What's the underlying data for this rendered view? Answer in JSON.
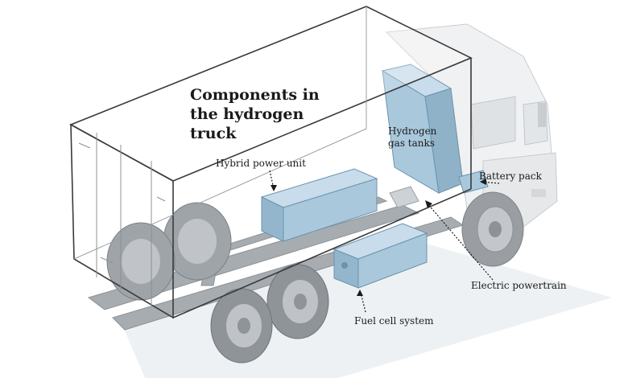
{
  "title": "Components in the hydrogen truck",
  "labels": {
    "hydrogen_gas_tanks": "Hydrogen gas tanks",
    "hybrid_power_unit": "Hybrid power unit",
    "battery_pack": "Battery pack",
    "electric_powertrain": "Electric powertrain",
    "fuel_cell_system": "Fuel cell system"
  },
  "colors": {
    "component_blue": "#a9c8dc",
    "component_stroke": "#6b93ad",
    "frame": "#8c9196",
    "body_line": "#3a3a3a",
    "ground": "#eef1f3"
  }
}
